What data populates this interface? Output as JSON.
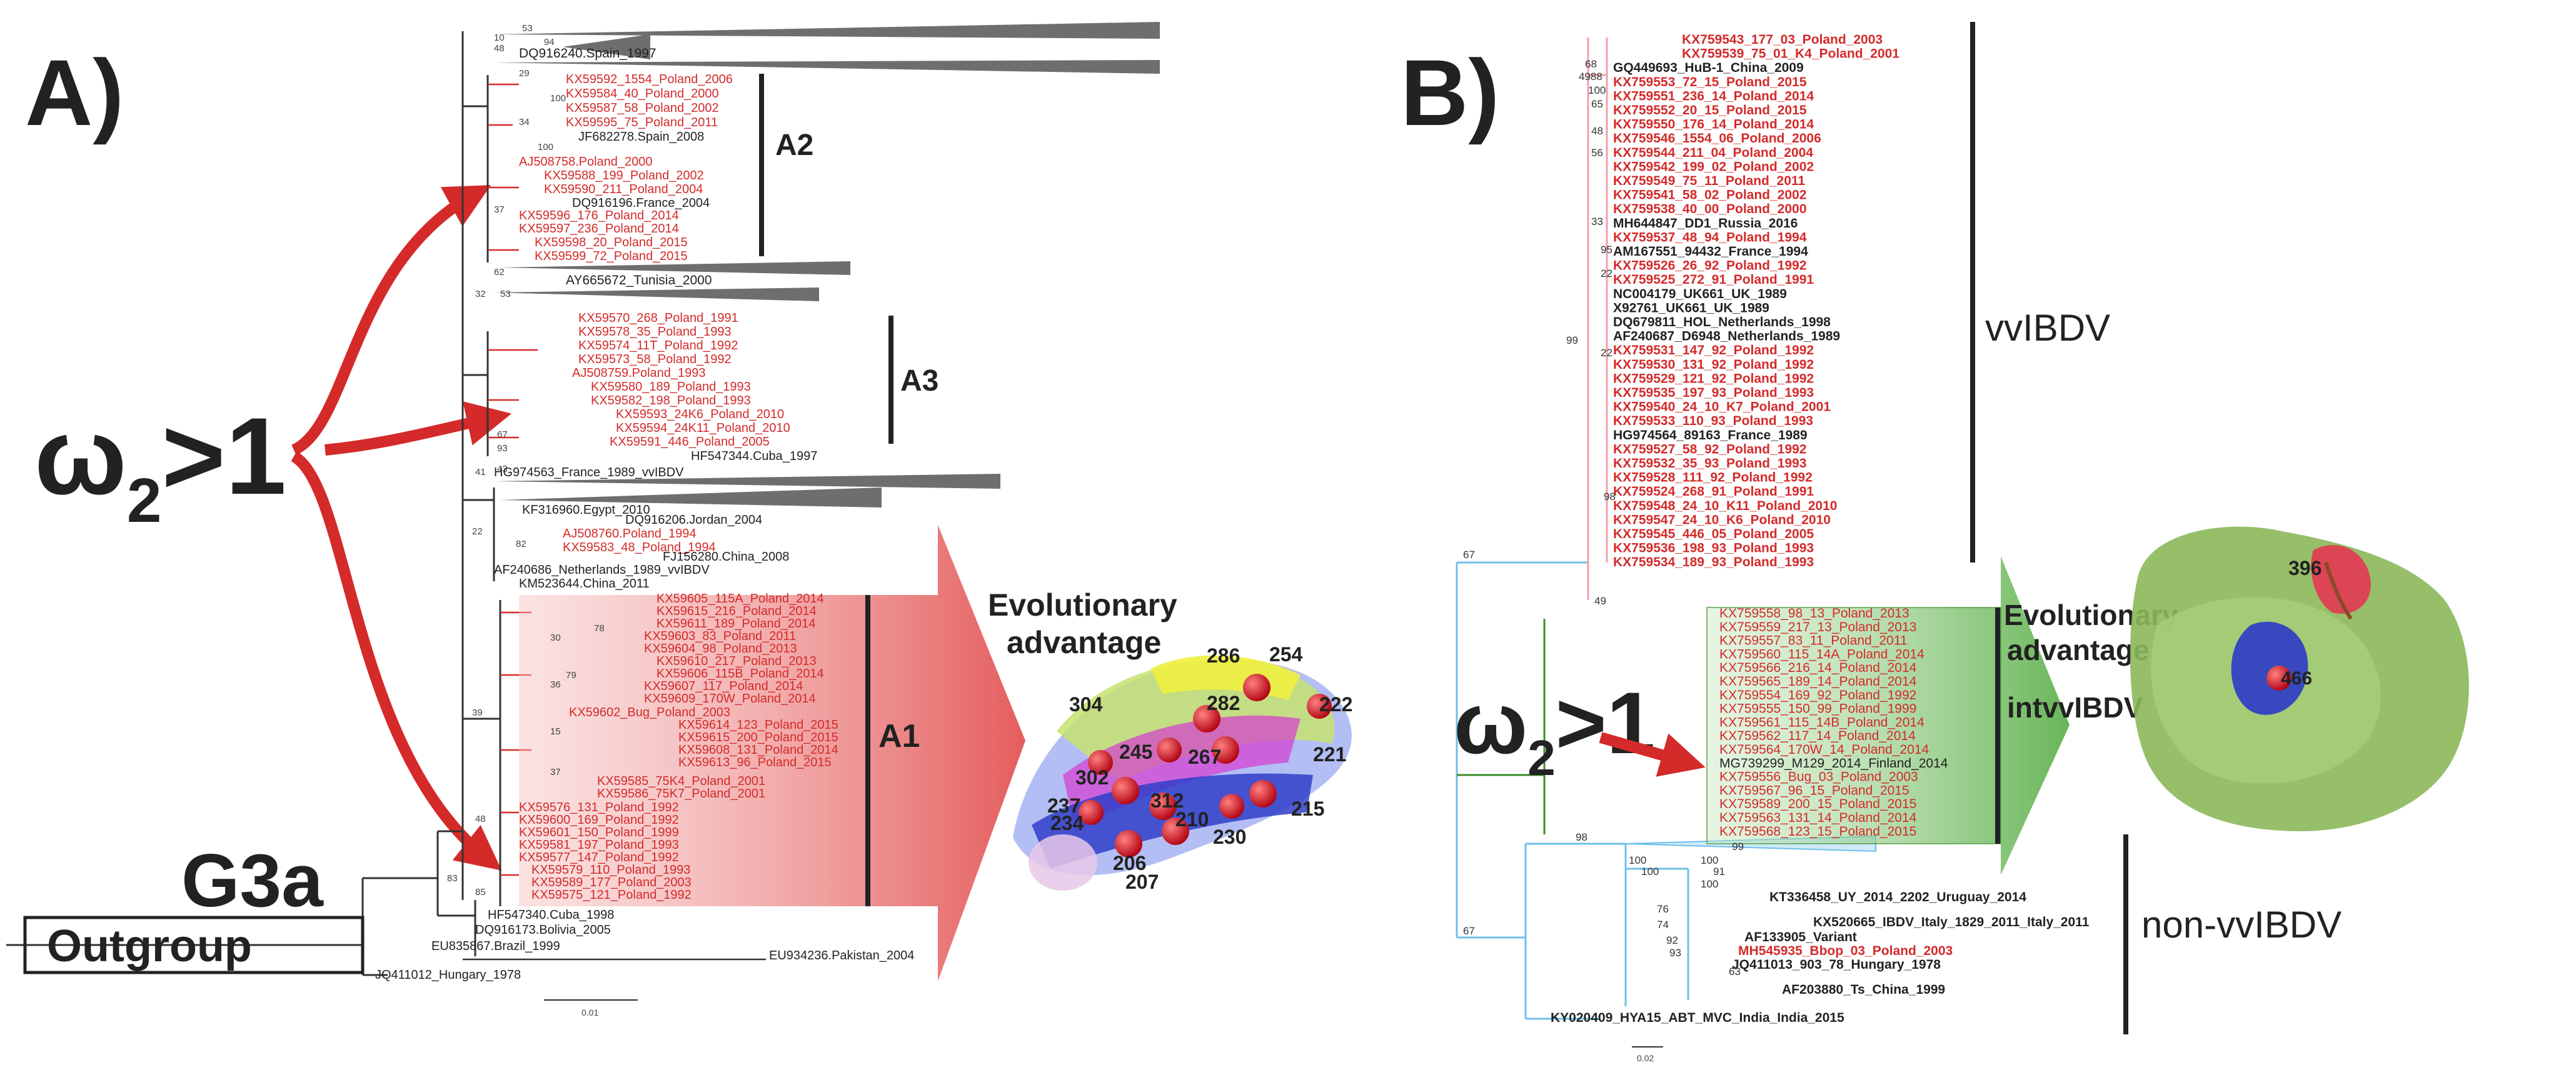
{
  "colors": {
    "red": "#d42a2a",
    "black": "#222222",
    "gray_wedge": "#6e6e6e",
    "green": "#3b8b2a",
    "light_blue": "#6ec0ea",
    "pink_branch": "#f0a0a8"
  },
  "panel_a": {
    "panel_label": "A)",
    "omega_base": "ω",
    "omega_sub": "2",
    "omega_tail": ">1",
    "g3a_label": "G3a",
    "outgroup_label": "Outgroup",
    "evo_line1": "Evolutionary",
    "evo_line2": "advantage",
    "clusters": [
      {
        "label": "A2"
      },
      {
        "label": "A3"
      },
      {
        "label": "A1"
      }
    ],
    "top_tips": [
      "DQ916240.Spain_1997"
    ],
    "a2_tips": [
      "KX59592_1554_Poland_2006",
      "KX59584_40_Poland_2000",
      "KX59587_58_Poland_2002",
      "KX59595_75_Poland_2011",
      "JF682278.Spain_2008",
      "AJ508758.Poland_2000",
      "KX59588_199_Poland_2002",
      "KX59590_211_Poland_2004",
      "DQ916196.France_2004",
      "KX59596_176_Poland_2014",
      "KX59597_236_Poland_2014",
      "KX59598_20_Poland_2015",
      "KX59599_72_Poland_2015"
    ],
    "mid_tips": [
      "AY665672_Tunisia_2000"
    ],
    "a3_tips": [
      "KX59570_268_Poland_1991",
      "KX59578_35_Poland_1993",
      "KX59574_11T_Poland_1992",
      "KX59573_58_Poland_1992",
      "AJ508759.Poland_1993",
      "KX59580_189_Poland_1993",
      "KX59582_198_Poland_1993",
      "KX59593_24K6_Poland_2010",
      "KX59594_24K11_Poland_2010",
      "KX59591_446_Poland_2005",
      "HF547344.Cuba_1997"
    ],
    "lower_tips": [
      "HG974563_France_1989_vvIBDV",
      "KF316960.Egypt_2010",
      "DQ916206.Jordan_2004",
      "AJ508760.Poland_1994",
      "KX59583_48_Poland_1994",
      "FJ156280.China_2008",
      "AF240686_Netherlands_1989_vvIBDV",
      "KM523644.China_2011"
    ],
    "a1_tips": [
      "KX59605_115A_Poland_2014",
      "KX59615_216_Poland_2014",
      "KX59611_189_Poland_2014",
      "KX59603_83_Poland_2011",
      "KX59604_98_Poland_2013",
      "KX59610_217_Poland_2013",
      "KX59606_115B_Poland_2014",
      "KX59607_117_Poland_2014",
      "KX59609_170W_Poland_2014",
      "KX59602_Bug_Poland_2003",
      "KX59614_123_Poland_2015",
      "KX59615_200_Poland_2015",
      "KX59608_131_Poland_2014",
      "KX59613_96_Poland_2015",
      "KX59585_75K4_Poland_2001",
      "KX59586_75K7_Poland_2001",
      "KX59576_131_Poland_1992",
      "KX59600_169_Poland_1992",
      "KX59601_150_Poland_1999",
      "KX59581_197_Poland_1993",
      "KX59577_147_Poland_1992",
      "KX59579_110_Poland_1993",
      "KX59589_177_Poland_2003",
      "KX59575_121_Poland_1992"
    ],
    "bottom_tips": [
      "HF547340.Cuba_1998",
      "DQ916173.Bolivia_2005",
      "EU835867.Brazil_1999",
      "EU934236.Pakistan_2004",
      "JQ411012_Hungary_1978"
    ],
    "bootstraps": [
      "53",
      "10",
      "94",
      "48",
      "29",
      "100",
      "34",
      "100",
      "37",
      "62",
      "32",
      "53",
      "41",
      "79",
      "36",
      "67",
      "93",
      "43",
      "22",
      "82",
      "39",
      "30",
      "78",
      "15",
      "37",
      "83",
      "48",
      "85"
    ],
    "residues": [
      "286",
      "254",
      "304",
      "282",
      "222",
      "245",
      "267",
      "221",
      "302",
      "312",
      "237",
      "234",
      "210",
      "215",
      "230",
      "206",
      "207"
    ],
    "scale": "0.01"
  },
  "panel_b": {
    "panel_label": "B)",
    "omega_base": "ω",
    "omega_sub": "2",
    "omega_tail": ">1",
    "evo_line1": "Evolutionary",
    "evo_line2": "advantage",
    "intvv_label": "intvvIBDV",
    "vv_label": "vvIBDV",
    "nonvv_label": "non-vvIBDV",
    "residue_396": "396",
    "residue_466": "466",
    "vv_tips": [
      {
        "t": "KX759543_177_03_Poland_2003",
        "c": "red"
      },
      {
        "t": "KX759539_75_01_K4_Poland_2001",
        "c": "red"
      },
      {
        "t": "GQ449693_HuB-1_China_2009",
        "c": "black"
      },
      {
        "t": "KX759553_72_15_Poland_2015",
        "c": "red"
      },
      {
        "t": "KX759551_236_14_Poland_2014",
        "c": "red"
      },
      {
        "t": "KX759552_20_15_Poland_2015",
        "c": "red"
      },
      {
        "t": "KX759550_176_14_Poland_2014",
        "c": "red"
      },
      {
        "t": "KX759546_1554_06_Poland_2006",
        "c": "red"
      },
      {
        "t": "KX759544_211_04_Poland_2004",
        "c": "red"
      },
      {
        "t": "KX759542_199_02_Poland_2002",
        "c": "red"
      },
      {
        "t": "KX759549_75_11_Poland_2011",
        "c": "red"
      },
      {
        "t": "KX759541_58_02_Poland_2002",
        "c": "red"
      },
      {
        "t": "KX759538_40_00_Poland_2000",
        "c": "red"
      },
      {
        "t": "MH644847_DD1_Russia_2016",
        "c": "black"
      },
      {
        "t": "KX759537_48_94_Poland_1994",
        "c": "red"
      },
      {
        "t": "AM167551_94432_France_1994",
        "c": "black"
      },
      {
        "t": "KX759526_26_92_Poland_1992",
        "c": "red"
      },
      {
        "t": "KX759525_272_91_Poland_1991",
        "c": "red"
      },
      {
        "t": "NC004179_UK661_UK_1989",
        "c": "black"
      },
      {
        "t": "X92761_UK661_UK_1989",
        "c": "black"
      },
      {
        "t": "DQ679811_HOL_Netherlands_1998",
        "c": "black"
      },
      {
        "t": "AF240687_D6948_Netherlands_1989",
        "c": "black"
      },
      {
        "t": "KX759531_147_92_Poland_1992",
        "c": "red"
      },
      {
        "t": "KX759530_131_92_Poland_1992",
        "c": "red"
      },
      {
        "t": "KX759529_121_92_Poland_1992",
        "c": "red"
      },
      {
        "t": "KX759535_197_93_Poland_1993",
        "c": "red"
      },
      {
        "t": "KX759540_24_10_K7_Poland_2001",
        "c": "red"
      },
      {
        "t": "KX759533_110_93_Poland_1993",
        "c": "red"
      },
      {
        "t": "HG974564_89163_France_1989",
        "c": "black"
      },
      {
        "t": "KX759527_58_92_Poland_1992",
        "c": "red"
      },
      {
        "t": "KX759532_35_93_Poland_1993",
        "c": "red"
      },
      {
        "t": "KX759528_111_92_Poland_1992",
        "c": "red"
      },
      {
        "t": "KX759524_268_91_Poland_1991",
        "c": "red"
      },
      {
        "t": "KX759548_24_10_K11_Poland_2010",
        "c": "red"
      },
      {
        "t": "KX759547_24_10_K6_Poland_2010",
        "c": "red"
      },
      {
        "t": "KX759545_446_05_Poland_2005",
        "c": "red"
      },
      {
        "t": "KX759536_198_93_Poland_1993",
        "c": "red"
      },
      {
        "t": "KX759534_189_93_Poland_1993",
        "c": "red"
      }
    ],
    "int_tips": [
      {
        "t": "KX759558_98_13_Poland_2013",
        "c": "red"
      },
      {
        "t": "KX759559_217_13_Poland_2013",
        "c": "red"
      },
      {
        "t": "KX759557_83_11_Poland_2011",
        "c": "red"
      },
      {
        "t": "KX759560_115_14A_Poland_2014",
        "c": "red"
      },
      {
        "t": "KX759566_216_14_Poland_2014",
        "c": "red"
      },
      {
        "t": "KX759565_189_14_Poland_2014",
        "c": "red"
      },
      {
        "t": "KX759554_169_92_Poland_1992",
        "c": "red"
      },
      {
        "t": "KX759555_150_99_Poland_1999",
        "c": "red"
      },
      {
        "t": "KX759561_115_14B_Poland_2014",
        "c": "red"
      },
      {
        "t": "KX759562_117_14_Poland_2014",
        "c": "red"
      },
      {
        "t": "KX759564_170W_14_Poland_2014",
        "c": "red"
      },
      {
        "t": "MG739299_M129_2014_Finland_2014",
        "c": "black"
      },
      {
        "t": "KX759556_Bug_03_Poland_2003",
        "c": "red"
      },
      {
        "t": "KX759567_96_15_Poland_2015",
        "c": "red"
      },
      {
        "t": "KX759589_200_15_Poland_2015",
        "c": "red"
      },
      {
        "t": "KX759563_131_14_Poland_2014",
        "c": "red"
      },
      {
        "t": "KX759568_123_15_Poland_2015",
        "c": "red"
      }
    ],
    "non_tips": [
      {
        "t": "KT336458_UY_2014_2202_Uruguay_2014",
        "c": "black"
      },
      {
        "t": "KX520665_IBDV_Italy_1829_2011_Italy_2011",
        "c": "black"
      },
      {
        "t": "AF133905_Variant",
        "c": "black"
      },
      {
        "t": "MH545935_Bbop_03_Poland_2003",
        "c": "red"
      },
      {
        "t": "JQ411013_903_78_Hungary_1978",
        "c": "black"
      },
      {
        "t": "AF203880_Ts_China_1999",
        "c": "black"
      },
      {
        "t": "KY020409_HYA15_ABT_MVC_India_India_2015",
        "c": "black"
      }
    ],
    "bootstraps": [
      "68",
      "4988",
      "100",
      "65",
      "48",
      "56",
      "33",
      "95",
      "22",
      "98",
      "99",
      "22",
      "49",
      "67",
      "98",
      "99",
      "100",
      "91",
      "100",
      "100",
      "100",
      "76",
      "74",
      "92",
      "93",
      "63",
      "67"
    ],
    "scale": "0.02"
  }
}
